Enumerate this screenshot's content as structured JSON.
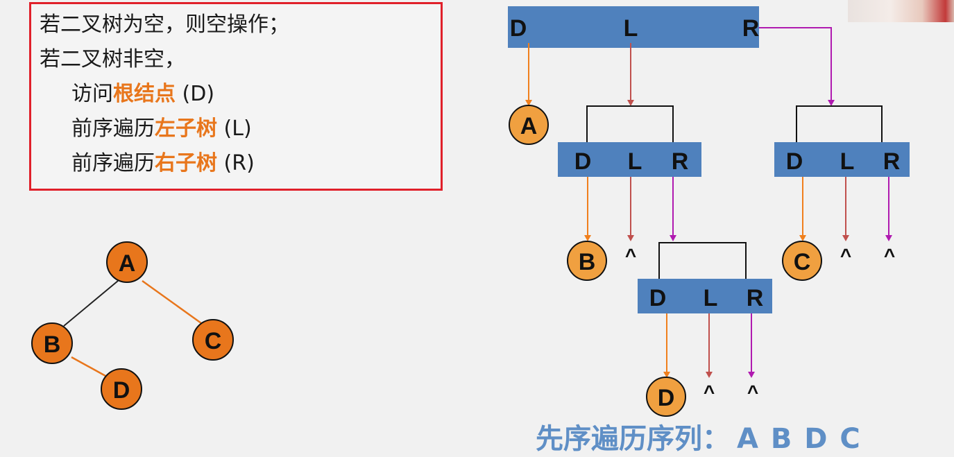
{
  "rules": {
    "line1": "若二叉树为空，则空操作；",
    "line2": "若二叉树非空，",
    "step1_prefix": "访问",
    "step1_em": "根结点",
    "step1_suffix": " (D)",
    "step2_prefix": "前序遍历",
    "step2_em": "左子树",
    "step2_suffix": " (L)",
    "step3_prefix": "前序遍历",
    "step3_em": "右子树",
    "step3_suffix": " (R)"
  },
  "tree": {
    "nodes": [
      "A",
      "B",
      "C",
      "D"
    ]
  },
  "traversal": {
    "bar_labels": {
      "d": "D",
      "l": "L",
      "r": "R"
    },
    "visited": [
      "A",
      "B",
      "C",
      "D"
    ],
    "null_symbol": "^"
  },
  "result": {
    "label": "先序遍历序列：",
    "sequence": "A B D C"
  },
  "colors": {
    "frame": "#e0202a",
    "highlight": "#e8761c",
    "bar": "#4f81bd",
    "node_fill": "#e8761c",
    "arrow_d": "#f07f1c",
    "arrow_l": "#c0504d",
    "arrow_r": "#b01ab0",
    "result_text": "#5f8fc6"
  }
}
